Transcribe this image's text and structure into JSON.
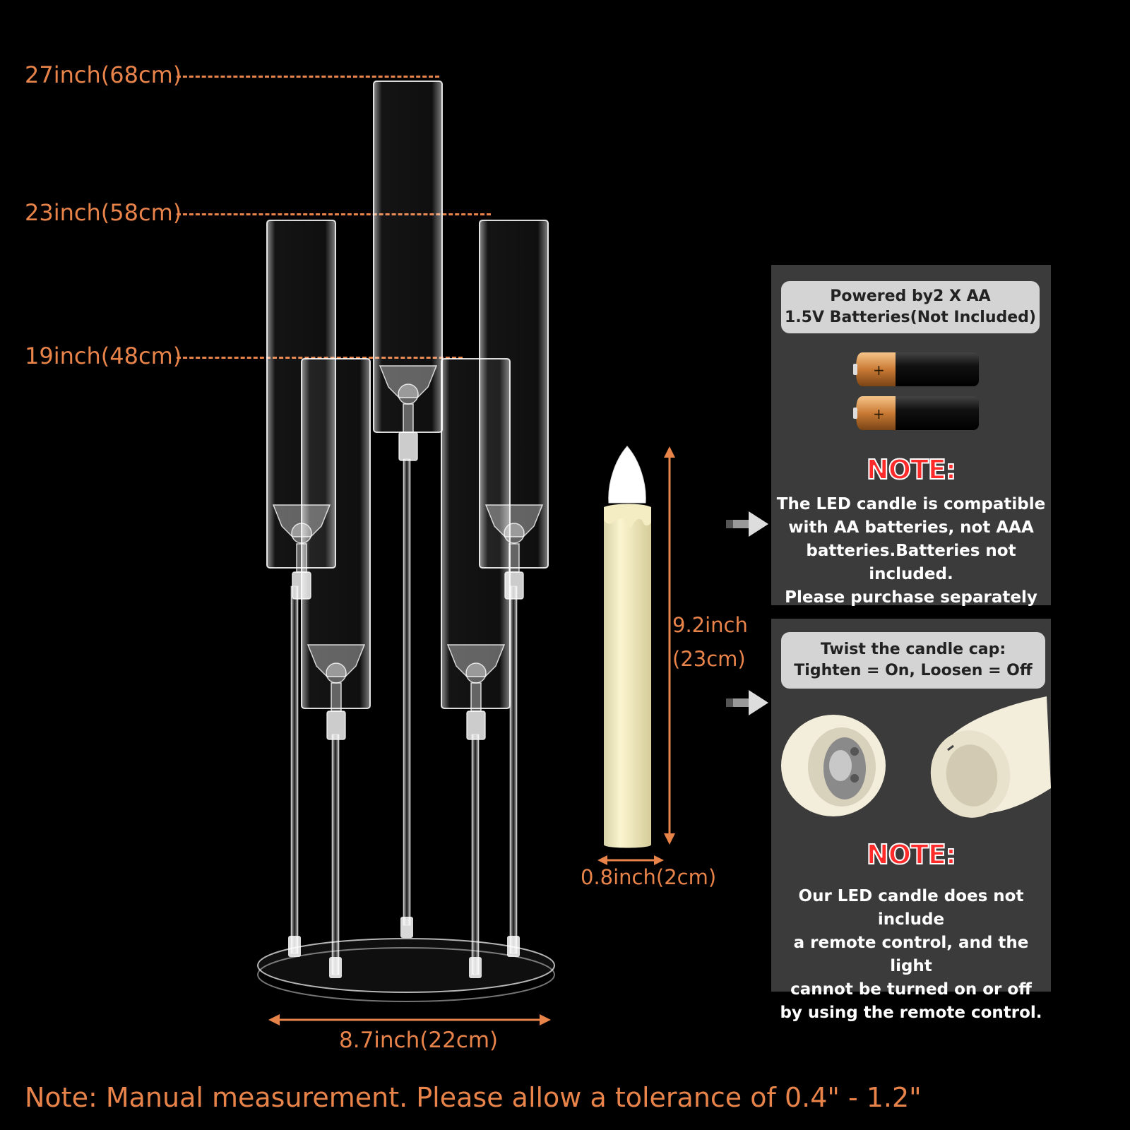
{
  "heights": [
    {
      "label": "27inch(68cm)"
    },
    {
      "label": "23inch(58cm)"
    },
    {
      "label": "19inch(48cm)"
    }
  ],
  "base_width_label": "8.7inch(22cm)",
  "candle": {
    "height_label_line1": "9.2inch",
    "height_label_line2": "(23cm)",
    "width_label": "0.8inch(2cm)"
  },
  "battery_panel": {
    "pill_line1": "Powered by2 X AA",
    "pill_line2": "1.5V Batteries(Not Included)",
    "battery_sign": "+",
    "note_title": "NOTE",
    "note_colon": ":",
    "note_lines": [
      "The LED candle is compatible",
      "with AA batteries, not AAA",
      "batteries.Batteries not included.",
      "Please purchase separately"
    ]
  },
  "switch_panel": {
    "pill_line1": "Twist the candle cap:",
    "pill_line2": "Tighten = On, Loosen = Off",
    "note_title": "NOTE",
    "note_colon": ":",
    "note_lines": [
      "Our LED candle does not include",
      "a remote control, and the light",
      "cannot be turned on or off",
      "by using the remote control."
    ]
  },
  "bottom_note": "Note: Manual measurement. Please allow a tolerance of 0.4\" - 1.2\"",
  "colors": {
    "accent": "#e8834a",
    "panel": "#3b3b3b",
    "pill": "#d4d4d4",
    "note_red": "#ff2a2a",
    "background": "#000000"
  }
}
